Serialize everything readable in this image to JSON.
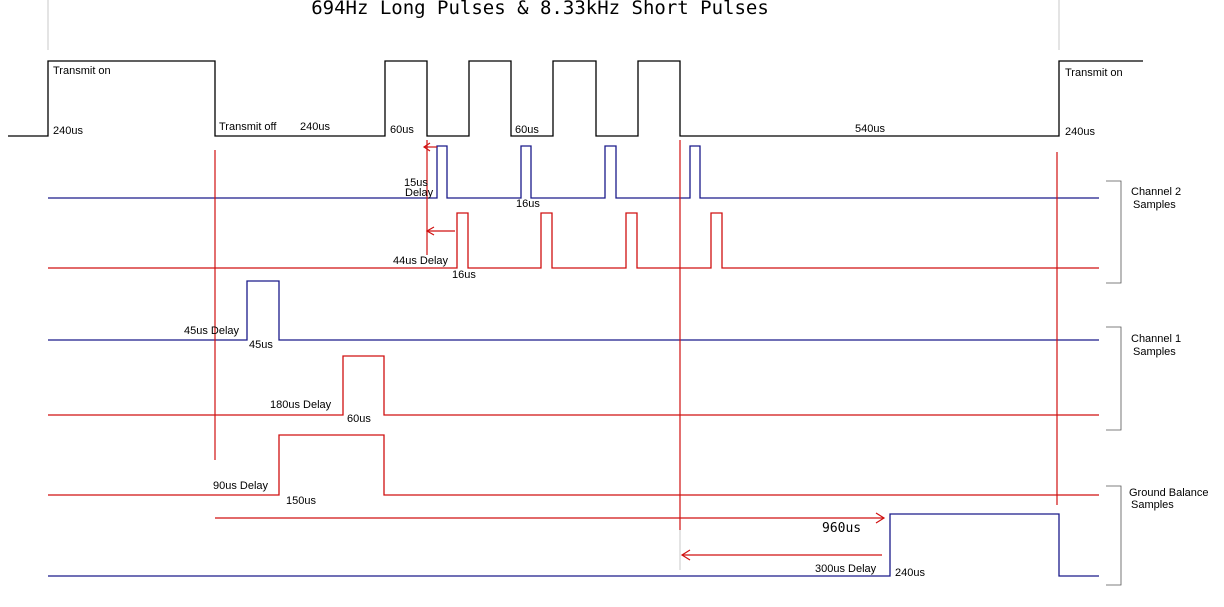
{
  "title": "694Hz Long Pulses & 8.33kHz Short Pulses",
  "colors": {
    "transmit": "#000000",
    "blue_trace": "#1a1a8a",
    "red_trace": "#d01010"
  },
  "labels": {
    "transmit_on_left": "Transmit on",
    "transmit_on_right": "Transmit on",
    "tx_240us_left": "240us",
    "transmit_off": "Transmit off",
    "tx_off_240us": "240us",
    "short_60us_a": "60us",
    "short_60us_b": "60us",
    "tx_540us": "540us",
    "tx_240us_right": "240us",
    "ch2_delay_15_line1": "15us",
    "ch2_delay_15_line2": "Delay",
    "ch2_width_16_a": "16us",
    "ch2_delay_44": "44us Delay",
    "ch2_width_16_b": "16us",
    "ch1_delay_45": "45us Delay",
    "ch1_width_45": "45us",
    "ch1_delay_180": "180us Delay",
    "ch1_width_60": "60us",
    "gb_delay_90": "90us Delay",
    "gb_width_150": "150us",
    "gb_960us": "960us",
    "gb_delay_300": "300us Delay",
    "gb_width_240": "240us"
  },
  "groups": {
    "channel2_line1": "Channel 2",
    "channel2_line2": "Samples",
    "channel1_line1": "Channel 1",
    "channel1_line2": "Samples",
    "ground_line1": "Ground Balance",
    "ground_line2": "Samples"
  }
}
